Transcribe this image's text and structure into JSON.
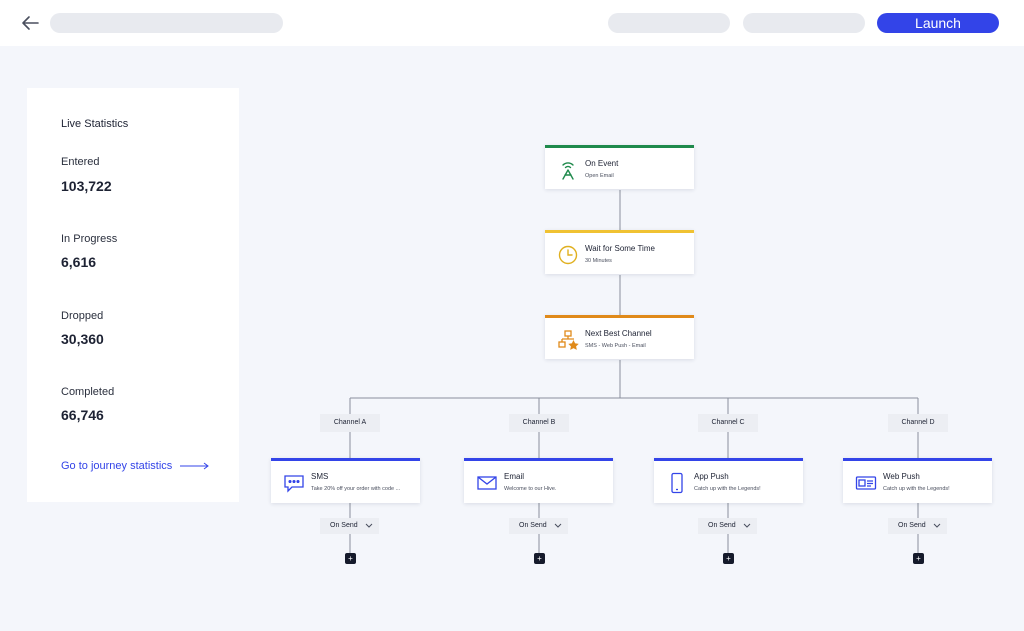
{
  "header": {
    "launch_label": "Launch"
  },
  "stats": {
    "title": "Live Statistics",
    "items": [
      {
        "label": "Entered",
        "value": "103,722"
      },
      {
        "label": "In Progress",
        "value": "6,616"
      },
      {
        "label": "Dropped",
        "value": "30,360"
      },
      {
        "label": "Completed",
        "value": "66,746"
      }
    ],
    "link": "Go to journey statistics"
  },
  "flow": {
    "steps": [
      {
        "title": "On Event",
        "subtitle": "Open Email",
        "icon": "signal-tower-icon",
        "accent": "#1f8a4c"
      },
      {
        "title": "Wait for Some Time",
        "subtitle": "30 Minutes",
        "icon": "clock-icon",
        "accent": "#f0c232"
      },
      {
        "title": "Next Best Channel",
        "subtitle": "SMS - Web Push - Email",
        "icon": "channel-tree-icon",
        "accent": "#e08a1a"
      }
    ],
    "channels": [
      {
        "label": "Channel A",
        "title": "SMS",
        "subtitle": "Take 20% off your order with code ...",
        "icon": "sms-icon",
        "on_send": "On Send",
        "plus": "+"
      },
      {
        "label": "Channel B",
        "title": "Email",
        "subtitle": "Welcome to our Hive.",
        "icon": "email-icon",
        "on_send": "On Send",
        "plus": "+"
      },
      {
        "label": "Channel C",
        "title": "App Push",
        "subtitle": "Catch up with the Legends!",
        "icon": "phone-icon",
        "on_send": "On Send",
        "plus": "+"
      },
      {
        "label": "Channel D",
        "title": "Web Push",
        "subtitle": "Catch up with the Legends!",
        "icon": "browser-icon",
        "on_send": "On Send",
        "plus": "+"
      }
    ],
    "channel_accent": "#3344e8"
  }
}
